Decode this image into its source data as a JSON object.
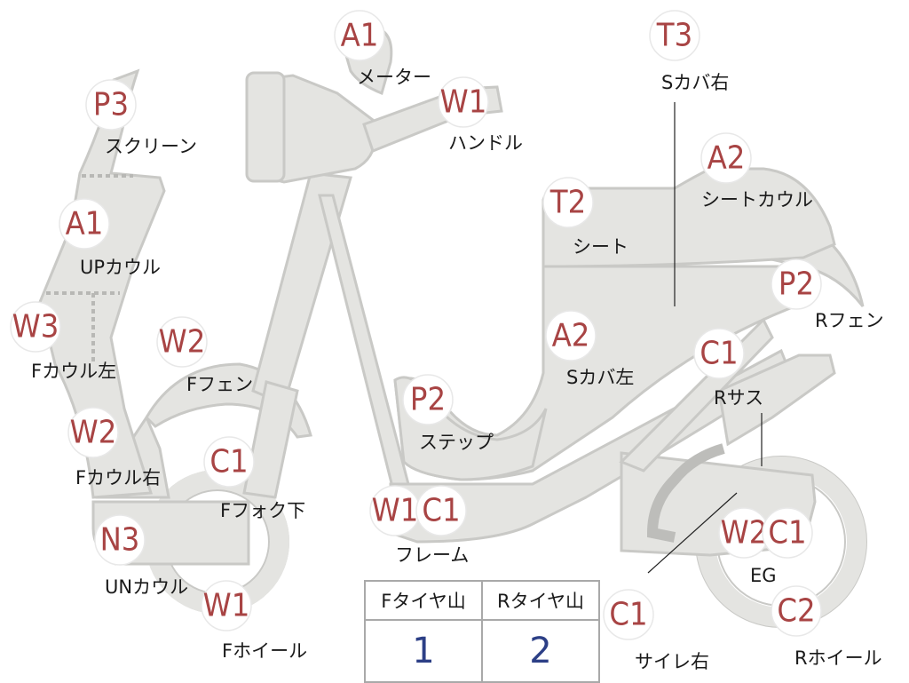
{
  "callouts": [
    {
      "code": "P3",
      "label": "スクリーン"
    },
    {
      "code": "A1",
      "label": "UPカウル"
    },
    {
      "code": "W3",
      "label": "Fカウル左"
    },
    {
      "code": "W2",
      "label": "Fカウル右"
    },
    {
      "code": "N3",
      "label": "UNカウル"
    },
    {
      "code": "W2",
      "label": "Fフェン"
    },
    {
      "code": "C1",
      "label": "Fフォク下"
    },
    {
      "code": "W1",
      "label": "Fホイール"
    },
    {
      "code": "A1",
      "label": "メーター"
    },
    {
      "code": "W1",
      "label": "ハンドル"
    },
    {
      "code": "P2",
      "label": "ステップ"
    },
    {
      "code": "W1",
      "label": "フレーム"
    },
    {
      "code": "C1",
      "label": ""
    },
    {
      "code": "T2",
      "label": "シート"
    },
    {
      "code": "T3",
      "label": "Sカバ右"
    },
    {
      "code": "A2",
      "label": "シートカウル"
    },
    {
      "code": "P2",
      "label": "Rフェン"
    },
    {
      "code": "A2",
      "label": "Sカバ左"
    },
    {
      "code": "C1",
      "label": "Rサス"
    },
    {
      "code": "W2",
      "label": "EG"
    },
    {
      "code": "C1",
      "label": ""
    },
    {
      "code": "C2",
      "label": "Rホイール"
    },
    {
      "code": "C1",
      "label": "サイレ右"
    }
  ],
  "tire_table": {
    "headers": [
      "Fタイヤ山",
      "Rタイヤ山"
    ],
    "values": [
      "1",
      "2"
    ]
  },
  "colors": {
    "part_fill": "#e4e4e1",
    "part_outline": "#c9c9c6",
    "code_text": "#a84444",
    "value_text": "#2c3f86"
  }
}
